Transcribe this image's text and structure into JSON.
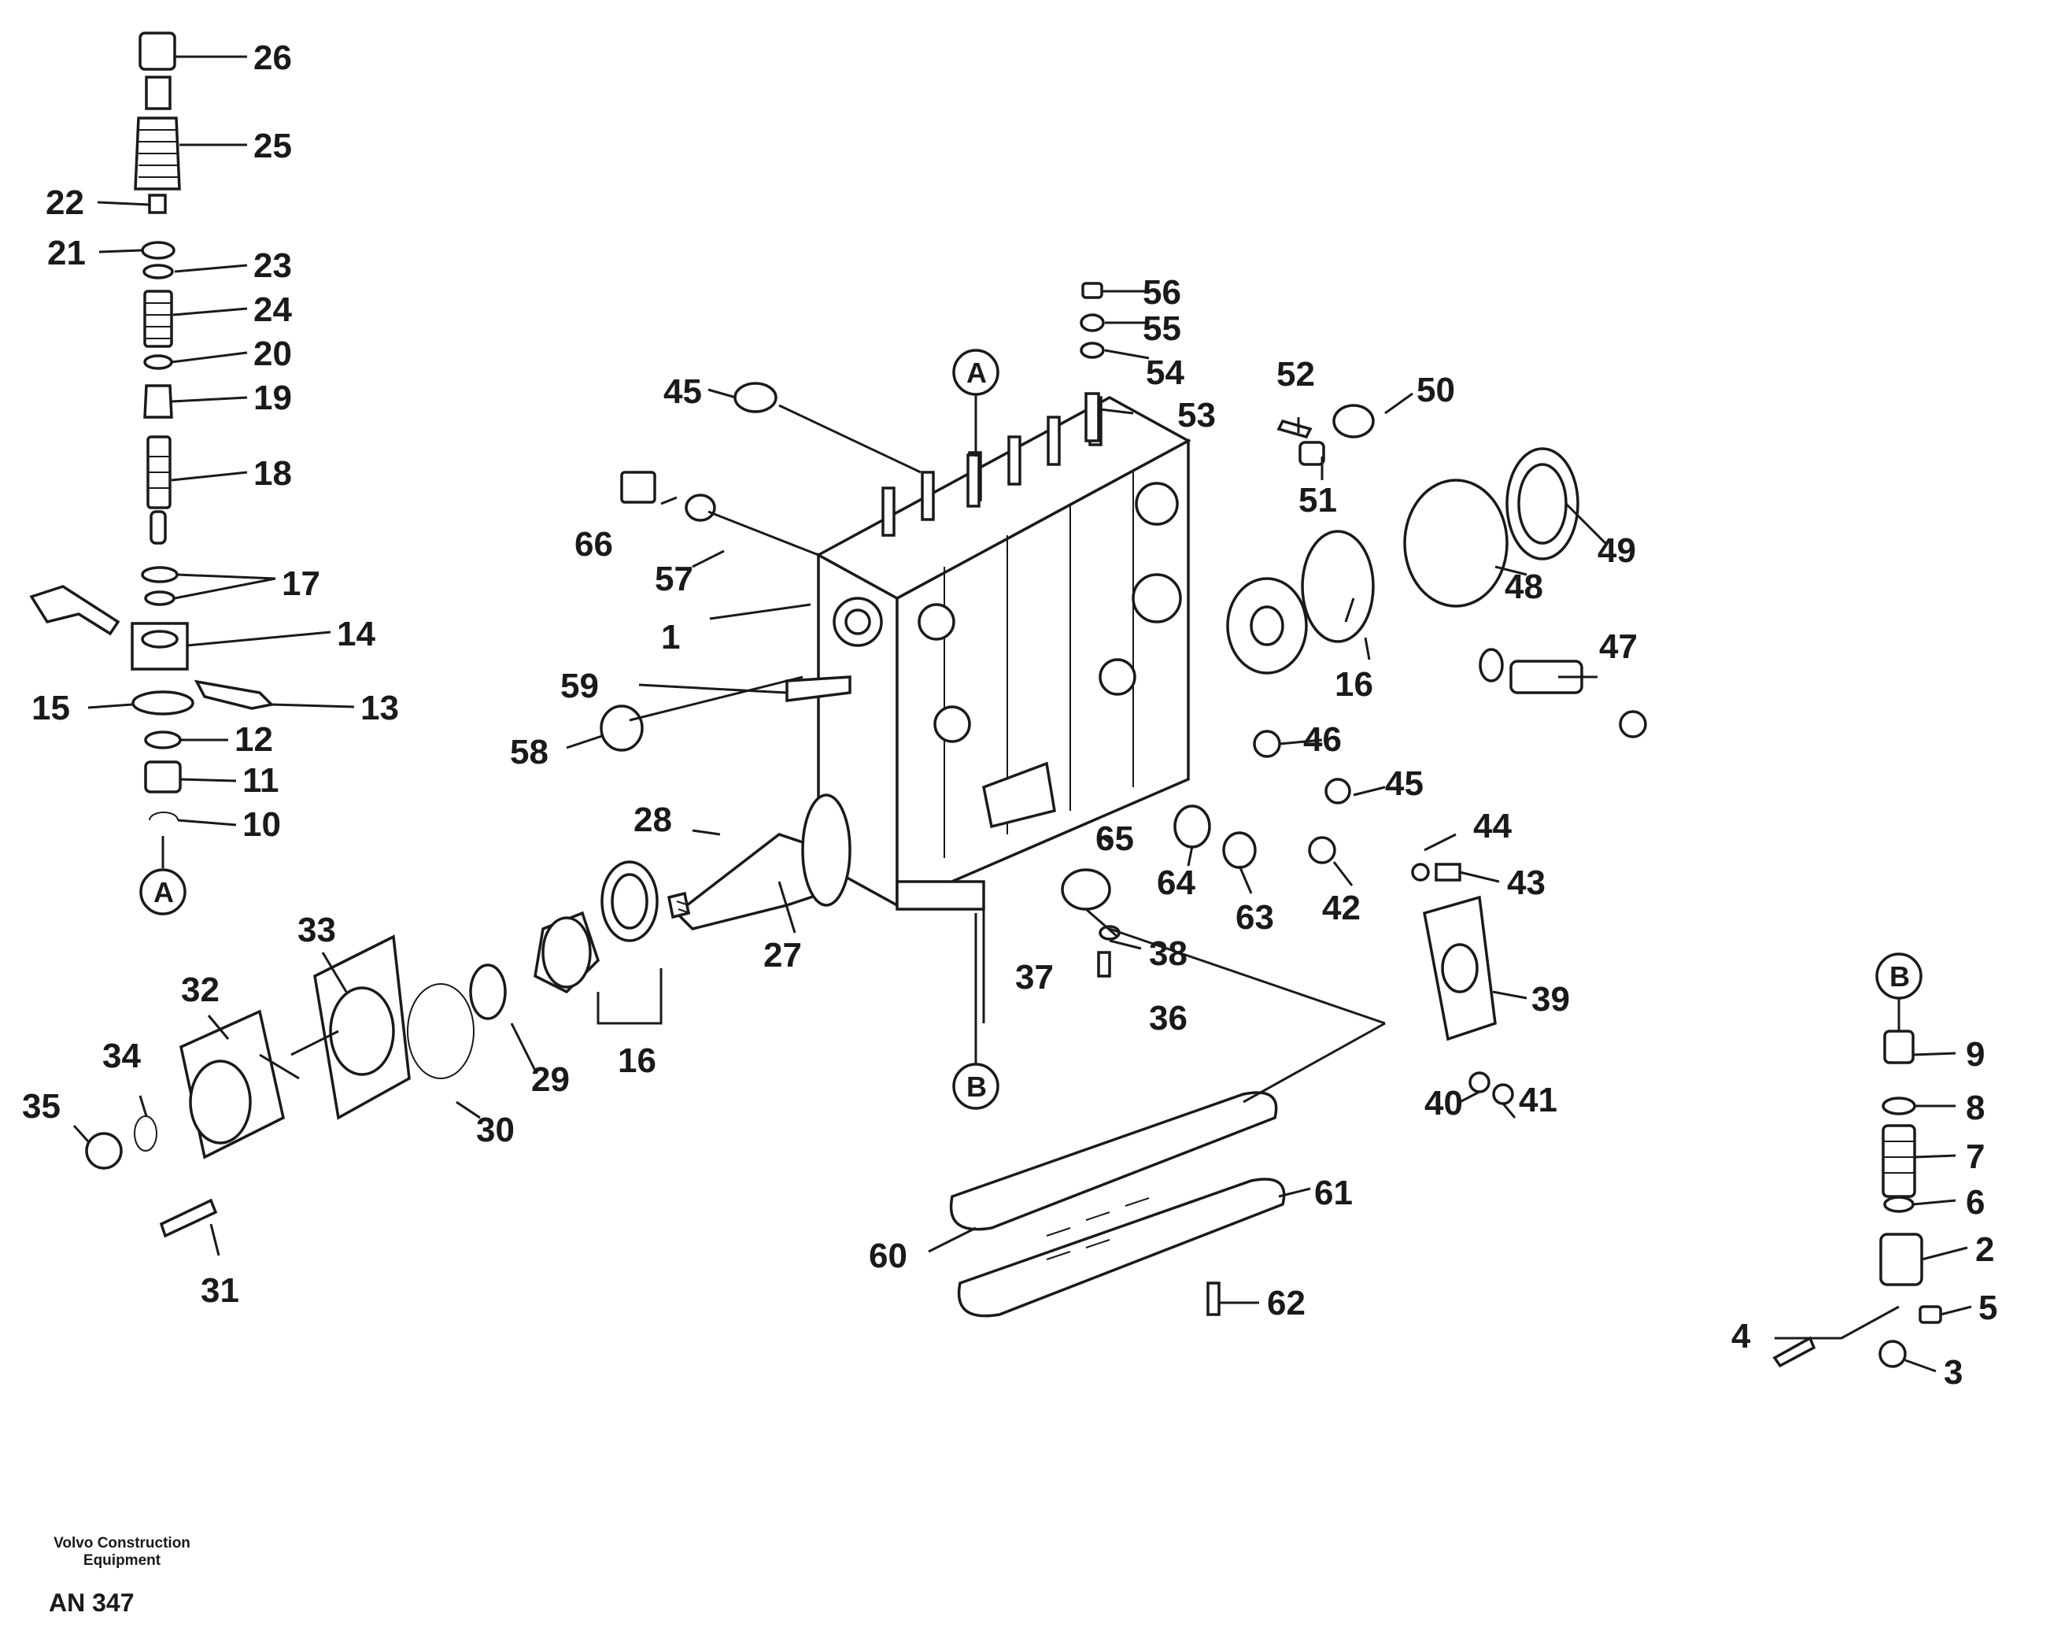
{
  "labels": [
    {
      "text": "26"
    },
    {
      "text": "25"
    },
    {
      "text": "22"
    },
    {
      "text": "21"
    },
    {
      "text": "23"
    },
    {
      "text": "24"
    },
    {
      "text": "20"
    },
    {
      "text": "19"
    },
    {
      "text": "18"
    },
    {
      "text": "17"
    },
    {
      "text": "14"
    },
    {
      "text": "15"
    },
    {
      "text": "13"
    },
    {
      "text": "12"
    },
    {
      "text": "11"
    },
    {
      "text": "10"
    },
    {
      "text": "33"
    },
    {
      "text": "32"
    },
    {
      "text": "34"
    },
    {
      "text": "35"
    },
    {
      "text": "31"
    },
    {
      "text": "30"
    },
    {
      "text": "29"
    },
    {
      "text": "16"
    },
    {
      "text": "28"
    },
    {
      "text": "27"
    },
    {
      "text": "45"
    },
    {
      "text": "66"
    },
    {
      "text": "57"
    },
    {
      "text": "1"
    },
    {
      "text": "59"
    },
    {
      "text": "58"
    },
    {
      "text": "56"
    },
    {
      "text": "55"
    },
    {
      "text": "54"
    },
    {
      "text": "53"
    },
    {
      "text": "52"
    },
    {
      "text": "50"
    },
    {
      "text": "51"
    },
    {
      "text": "49"
    },
    {
      "text": "48"
    },
    {
      "text": "16"
    },
    {
      "text": "47"
    },
    {
      "text": "46"
    },
    {
      "text": "45"
    },
    {
      "text": "44"
    },
    {
      "text": "43"
    },
    {
      "text": "65"
    },
    {
      "text": "64"
    },
    {
      "text": "63"
    },
    {
      "text": "42"
    },
    {
      "text": "38"
    },
    {
      "text": "37"
    },
    {
      "text": "36"
    },
    {
      "text": "39"
    },
    {
      "text": "40"
    },
    {
      "text": "41"
    },
    {
      "text": "61"
    },
    {
      "text": "60"
    },
    {
      "text": "62"
    },
    {
      "text": "9"
    },
    {
      "text": "8"
    },
    {
      "text": "7"
    },
    {
      "text": "6"
    },
    {
      "text": "2"
    },
    {
      "text": "5"
    },
    {
      "text": "4"
    },
    {
      "text": "3"
    }
  ],
  "references": [
    {
      "text": "A"
    },
    {
      "text": "A"
    },
    {
      "text": "B"
    },
    {
      "text": "B"
    }
  ],
  "footer": {
    "company_line1": "Volvo Construction",
    "company_line2": "Equipment",
    "code": "AN 347"
  }
}
